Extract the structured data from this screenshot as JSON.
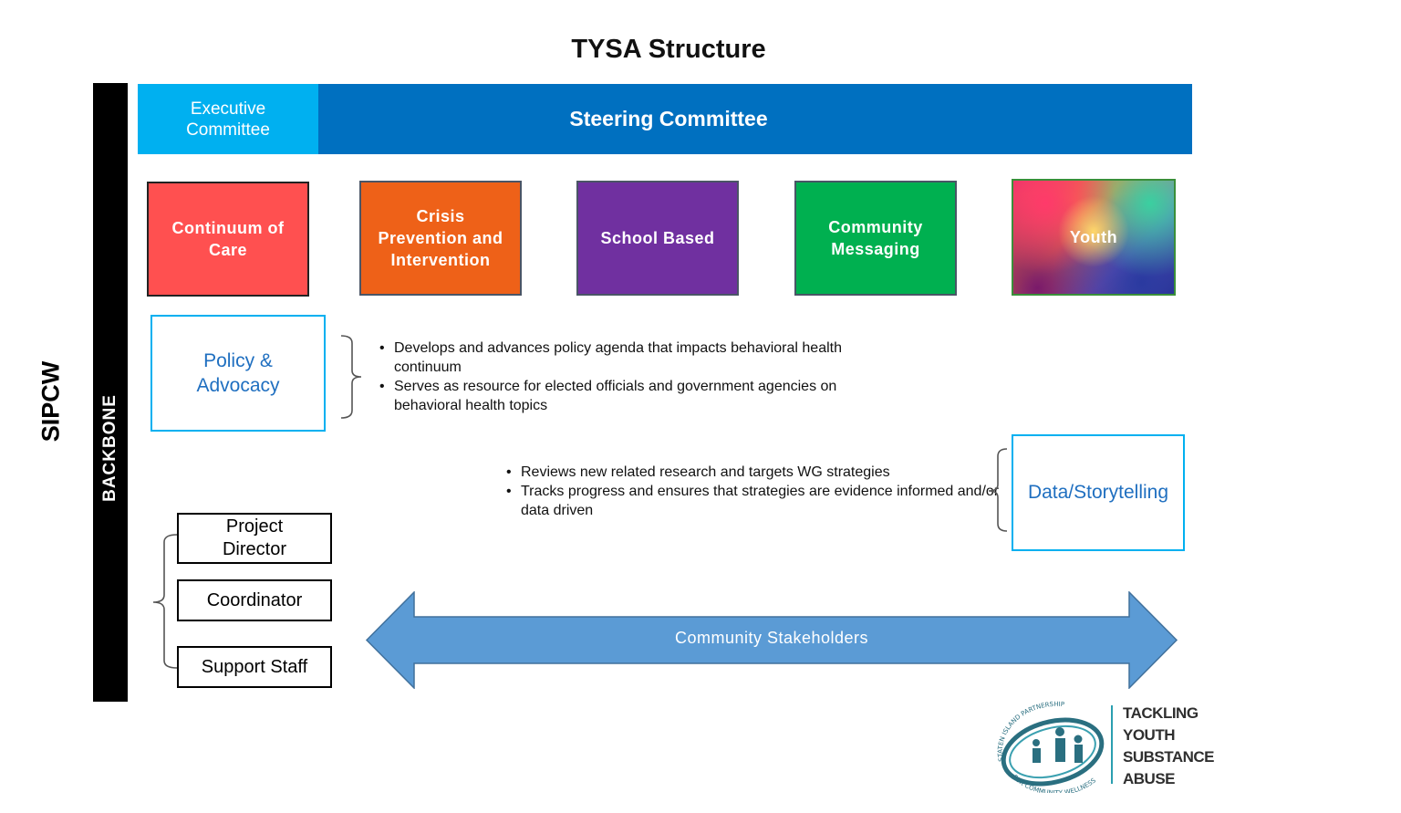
{
  "title": "TYSA Structure",
  "sipcw_label": "SIPCW",
  "backbone_label": "BACKBONE",
  "executive_committee": "Executive Committee",
  "steering_committee": "Steering Committee",
  "workgroups": [
    {
      "label": "Continuum of Care",
      "color": "#ff5050"
    },
    {
      "label": "Crisis Prevention and Intervention",
      "color": "#ee6118"
    },
    {
      "label": "School Based",
      "color": "#7030a0"
    },
    {
      "label": "Community Messaging",
      "color": "#00b050"
    },
    {
      "label": "Youth",
      "color": "gradient"
    }
  ],
  "policy_advocacy": {
    "label": "Policy & Advocacy",
    "bullets": [
      "Develops and advances policy agenda that impacts behavioral health continuum",
      "Serves as resource for elected officials and government agencies on behavioral health topics"
    ]
  },
  "data_storytelling": {
    "label": "Data/Storytelling",
    "bullets": [
      "Reviews new related research and targets WG strategies",
      "Tracks progress and ensures that strategies are evidence informed and/or data driven"
    ]
  },
  "staff": [
    "Project Director",
    "Coordinator",
    "Support Staff"
  ],
  "community_stakeholders": "Community Stakeholders",
  "logo": {
    "ring_text_top": "STATEN ISLAND PARTNERSHIP",
    "ring_text_bottom": "FOR COMMUNITY WELLNESS",
    "lines": [
      "TACKLING",
      "YOUTH",
      "SUBSTANCE",
      "ABUSE"
    ]
  },
  "colors": {
    "executive": "#00b0f0",
    "steering": "#0070c0",
    "arrow": "#5b9bd5",
    "outline_blue": "#00b0f0"
  }
}
